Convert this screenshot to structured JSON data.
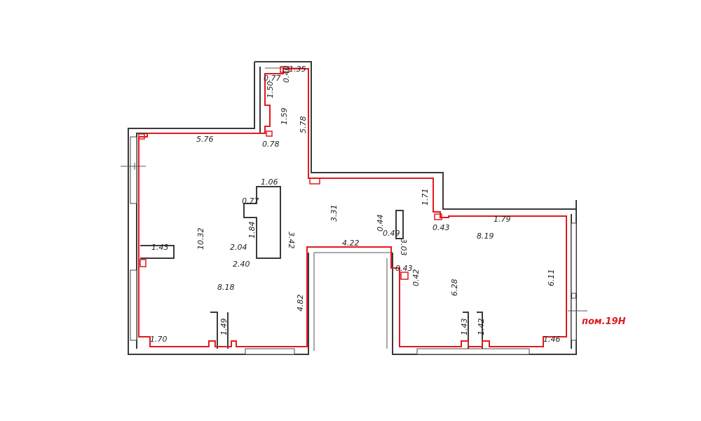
{
  "room_label": "пом.19Н",
  "colors": {
    "outline": "#e0191e",
    "walls": "#3a3a3a",
    "text": "#222222"
  },
  "dimensions": {
    "top_narrow_width": "1.35",
    "niche_width_a": "0.40",
    "niche_width_b": "0.77",
    "niche_depth": "1.50",
    "corridor_length": "5.78",
    "corridor_step": "1.59",
    "corridor_ledge": "0.78",
    "top_left_wall": "5.76",
    "column_top": "1.06",
    "column_ledge": "0.77",
    "column_height": "3.42",
    "column_inner": "1.84",
    "column_width": "2.04",
    "column_base": "2.40",
    "left_room_height": "10.32",
    "left_wall_stub": "1.43",
    "left_room_area": "8.18",
    "bottom_left_segment": "1.70",
    "bottom_stub_left": "1.49",
    "middle_height": "3.31",
    "middle_shaft_a": "0.44",
    "middle_shaft_b": "0.49",
    "middle_top_edge": "4.22",
    "middle_inner_height": "4.82",
    "right_step_height": "1.71",
    "right_step_ledge": "0.43",
    "right_top_wall": "1.79",
    "right_room_area": "8.19",
    "right_inner_wall": "3.03",
    "right_niche_a": "0.43",
    "right_niche_b": "0.42",
    "right_room_depth": "6.28",
    "right_room_height": "6.11",
    "bottom_stub_right_a": "1.43",
    "bottom_stub_right_b": "1.42",
    "bottom_right_segment": "1.46"
  }
}
